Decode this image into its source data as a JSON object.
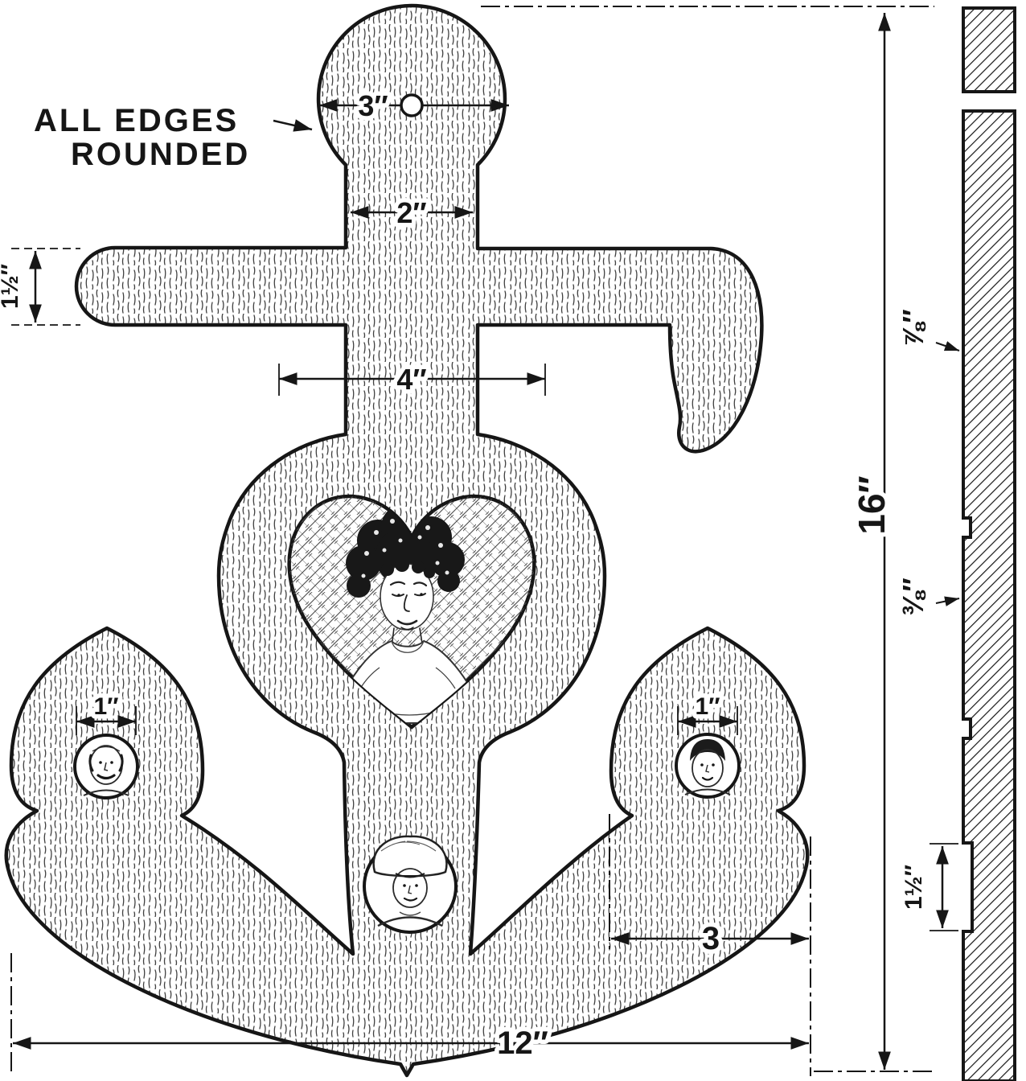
{
  "figure": {
    "type": "woodworking-plan",
    "subject": "Anchor-shaped photo frame: front pattern with heart photo opening and edge-profile view"
  },
  "annotations": {
    "all_edges_line1": "ALL EDGES",
    "all_edges_line2": "ROUNDED"
  },
  "dimensions": {
    "ring_width": "3″",
    "shank_width": "2″",
    "stock_height": "1½″",
    "heart_width": "4″",
    "left_photo_diameter": "1″",
    "right_photo_diameter": "1″",
    "fluke_span": "3",
    "overall_width": "12″",
    "overall_height": "16″",
    "profile_thickness_top": "⅞″",
    "profile_thickness_mid": "⅜″",
    "profile_bottom_section": "1½″"
  },
  "colors": {
    "ink": "#161616",
    "paper": "#ffffff"
  }
}
